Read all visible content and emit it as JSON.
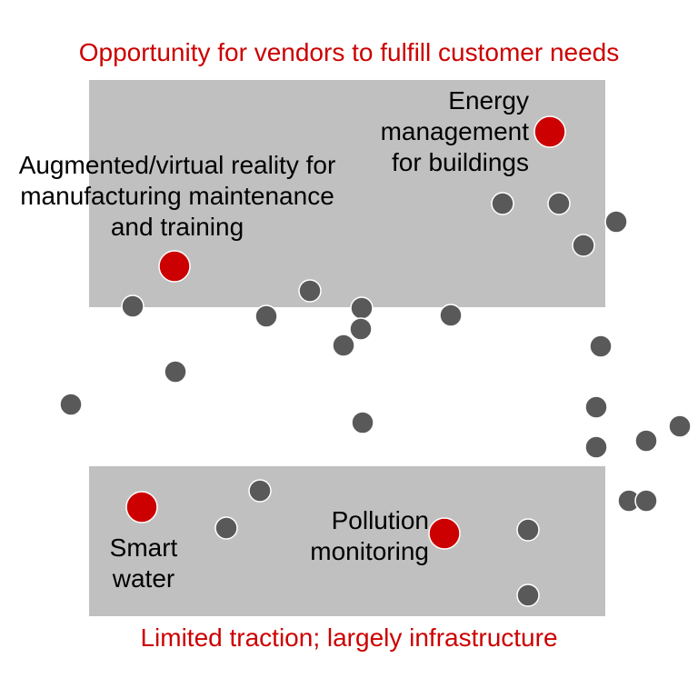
{
  "headings": {
    "top": "Opportunity for vendors to fulfill customer needs",
    "bottom": "Limited traction; largely infrastructure"
  },
  "colors": {
    "heading": "#cc0000",
    "region_fill": "#c0c0c0",
    "highlight_dot": "#cc0000",
    "other_dot": "#595959",
    "dot_stroke": "#ffffff"
  },
  "highlighted_labels": {
    "energy": [
      "Energy",
      "management",
      "for buildings"
    ],
    "ar": [
      "Augmented/virtual reality for",
      "manufacturing maintenance",
      "and training"
    ],
    "smart_water": [
      "Smart",
      "water"
    ],
    "pollution": [
      "Pollution",
      "monitoring"
    ]
  }
}
